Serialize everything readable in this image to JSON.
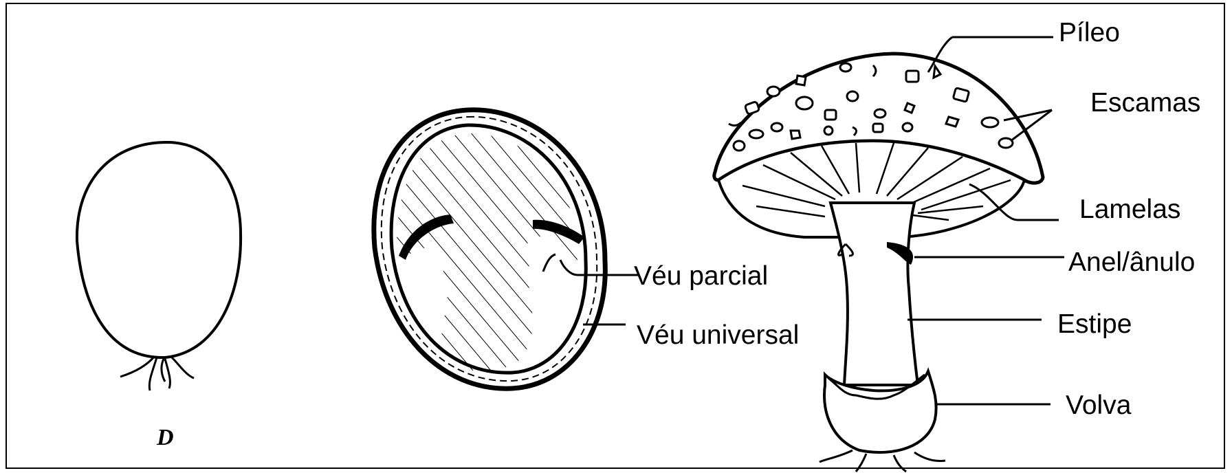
{
  "stage_label": "D",
  "labels": {
    "pileo": "Píleo",
    "escamas": "Escamas",
    "lamelas": "Lamelas",
    "anel": "Anel/ânulo",
    "estipe": "Estipe",
    "volva": "Volva",
    "veu_parcial": "Véu parcial",
    "veu_universal": "Véu universal"
  }
}
